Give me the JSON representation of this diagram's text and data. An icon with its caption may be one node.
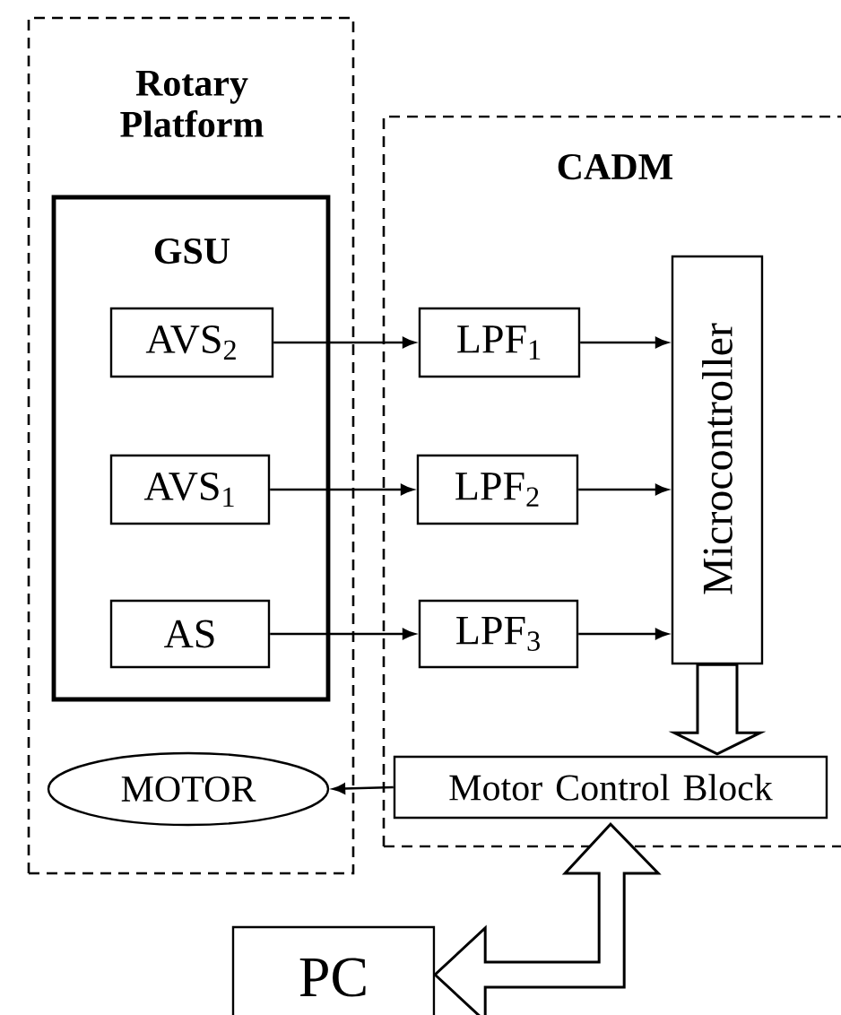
{
  "diagram": {
    "nodes": [
      {
        "text": [
          "Rotary Platform"
        ]
      },
      {
        "text": [
          "CADM"
        ]
      },
      {
        "text": [
          "GSU"
        ],
        "in": 0
      },
      {
        "text": [
          "AVS$_{2}$"
        ],
        "in": 2
      },
      {
        "text": [
          "AVS$_{1}$"
        ],
        "in": 2
      },
      {
        "text": [
          "AS"
        ],
        "in": 2
      },
      {
        "text": [
          "MOTOR"
        ],
        "in": 0
      },
      {
        "text": [
          "LPF$_{1}$"
        ],
        "in": 1
      },
      {
        "text": [
          "LPF$_{2}$"
        ],
        "in": 1
      },
      {
        "text": [
          "LPF$_{3}$"
        ],
        "in": 1
      },
      {
        "text": [
          "Microcontroller"
        ],
        "in": 1
      },
      {
        "text": [
          "Motor Control Block"
        ],
        "in": 1
      },
      {
        "text": [
          "PC"
        ]
      }
    ],
    "edges": [
      {
        "from": 3,
        "to": 7,
        "arrow": "to"
      },
      {
        "from": 4,
        "to": 8,
        "arrow": "to"
      },
      {
        "from": 5,
        "to": 9,
        "arrow": "to"
      },
      {
        "from": 7,
        "to": 10,
        "arrow": "to"
      },
      {
        "from": 8,
        "to": 10,
        "arrow": "to"
      },
      {
        "from": 9,
        "to": 10,
        "arrow": "to"
      },
      {
        "from": 10,
        "to": 11,
        "arrow": "to",
        "style": "thick"
      },
      {
        "from": 11,
        "to": 6,
        "arrow": "to"
      },
      {
        "from": 12,
        "to": 11,
        "arrow": "both",
        "style": "thick"
      }
    ]
  }
}
